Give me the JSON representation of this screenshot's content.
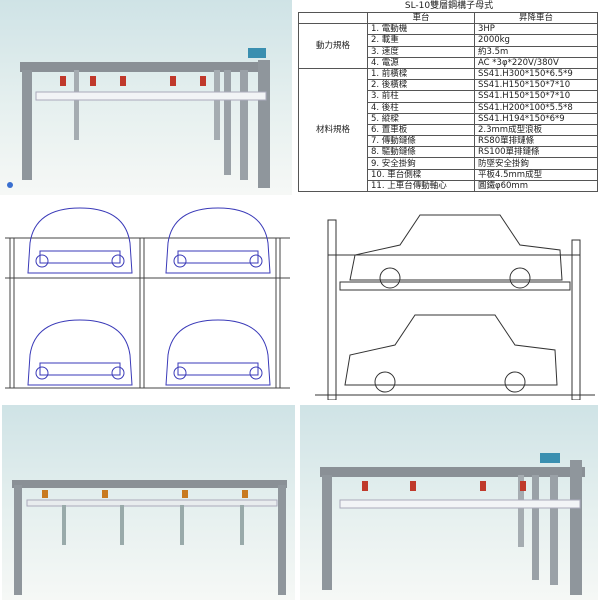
{
  "spec_table": {
    "title": "SL-10雙層鋼構子母式",
    "headers": [
      "",
      "車台",
      "昇降車台"
    ],
    "groups": [
      {
        "label": "動力規格",
        "rows": [
          [
            "1. 電動機",
            "3HP"
          ],
          [
            "2. 載重",
            "2000kg"
          ],
          [
            "3. 速度",
            "約3.5m"
          ],
          [
            "4. 電源",
            "AC *3φ*220V/380V"
          ]
        ]
      },
      {
        "label": "材料規格",
        "rows": [
          [
            "1. 前橫樑",
            "SS41.H300*150*6.5*9"
          ],
          [
            "2. 後橫樑",
            "SS41.H150*150*7*10"
          ],
          [
            "3. 前柱",
            "SS41.H150*150*7*10"
          ],
          [
            "4. 後柱",
            "SS41.H200*100*5.5*8"
          ],
          [
            "5. 縱樑",
            "SS41.H194*150*6*9"
          ],
          [
            "6. 置車板",
            "2.3mm成型浪板"
          ],
          [
            "7. 傳動鏈條",
            "RS80單排鏈條"
          ],
          [
            "8. 驅動鏈條",
            "RS100單排鏈條"
          ],
          [
            "9. 安全掛鉤",
            "防墜安全掛鉤"
          ],
          [
            "10. 車台側樑",
            "平板4.5mm成型"
          ],
          [
            "11. 上車台傳動軸心",
            "圓鐵φ60mm"
          ]
        ]
      }
    ]
  }
}
